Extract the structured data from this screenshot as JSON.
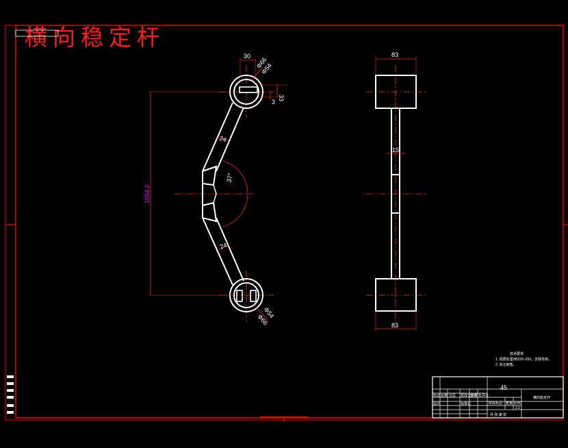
{
  "title": "横向稳定杆",
  "drawing_number_box": "",
  "front_view": {
    "dims": {
      "width_top": "30",
      "dia_outer_top": "Φ66",
      "dia_inner_top": "Φ54",
      "slot_height": "33",
      "slot_offset": "3",
      "overall_height": "1054.2",
      "arm_width_upper": "24",
      "arm_width_lower": "24",
      "bend_angle": "37°",
      "dia_inner_bottom": "Φ54",
      "dia_outer_bottom": "Φ66"
    }
  },
  "side_view": {
    "dims": {
      "block_width_top": "83",
      "thickness": "15",
      "block_width_bottom": "83"
    }
  },
  "notes": {
    "heading": "技术要求",
    "line1": "1. 调质处理HB220~250，去除毛刺。",
    "line2": "2. 未注倒角。"
  },
  "title_block": {
    "material": "45",
    "part_name": "横向稳定杆",
    "row_labels": [
      "标记",
      "处数",
      "分区",
      "更改文件号",
      "签名",
      "年月日"
    ],
    "designer": "设计",
    "standardization": "标准化",
    "stage_mark": "阶段标记",
    "weight": "重量",
    "scale": "比例",
    "scale_value": "1:1",
    "sheet": "共 张 第 张"
  },
  "colors": {
    "frame": "#ff0000",
    "geometry": "#ffffff",
    "dimension": "#ff2020",
    "centerline": "#ff3030",
    "highlight": "#ff00ff"
  }
}
